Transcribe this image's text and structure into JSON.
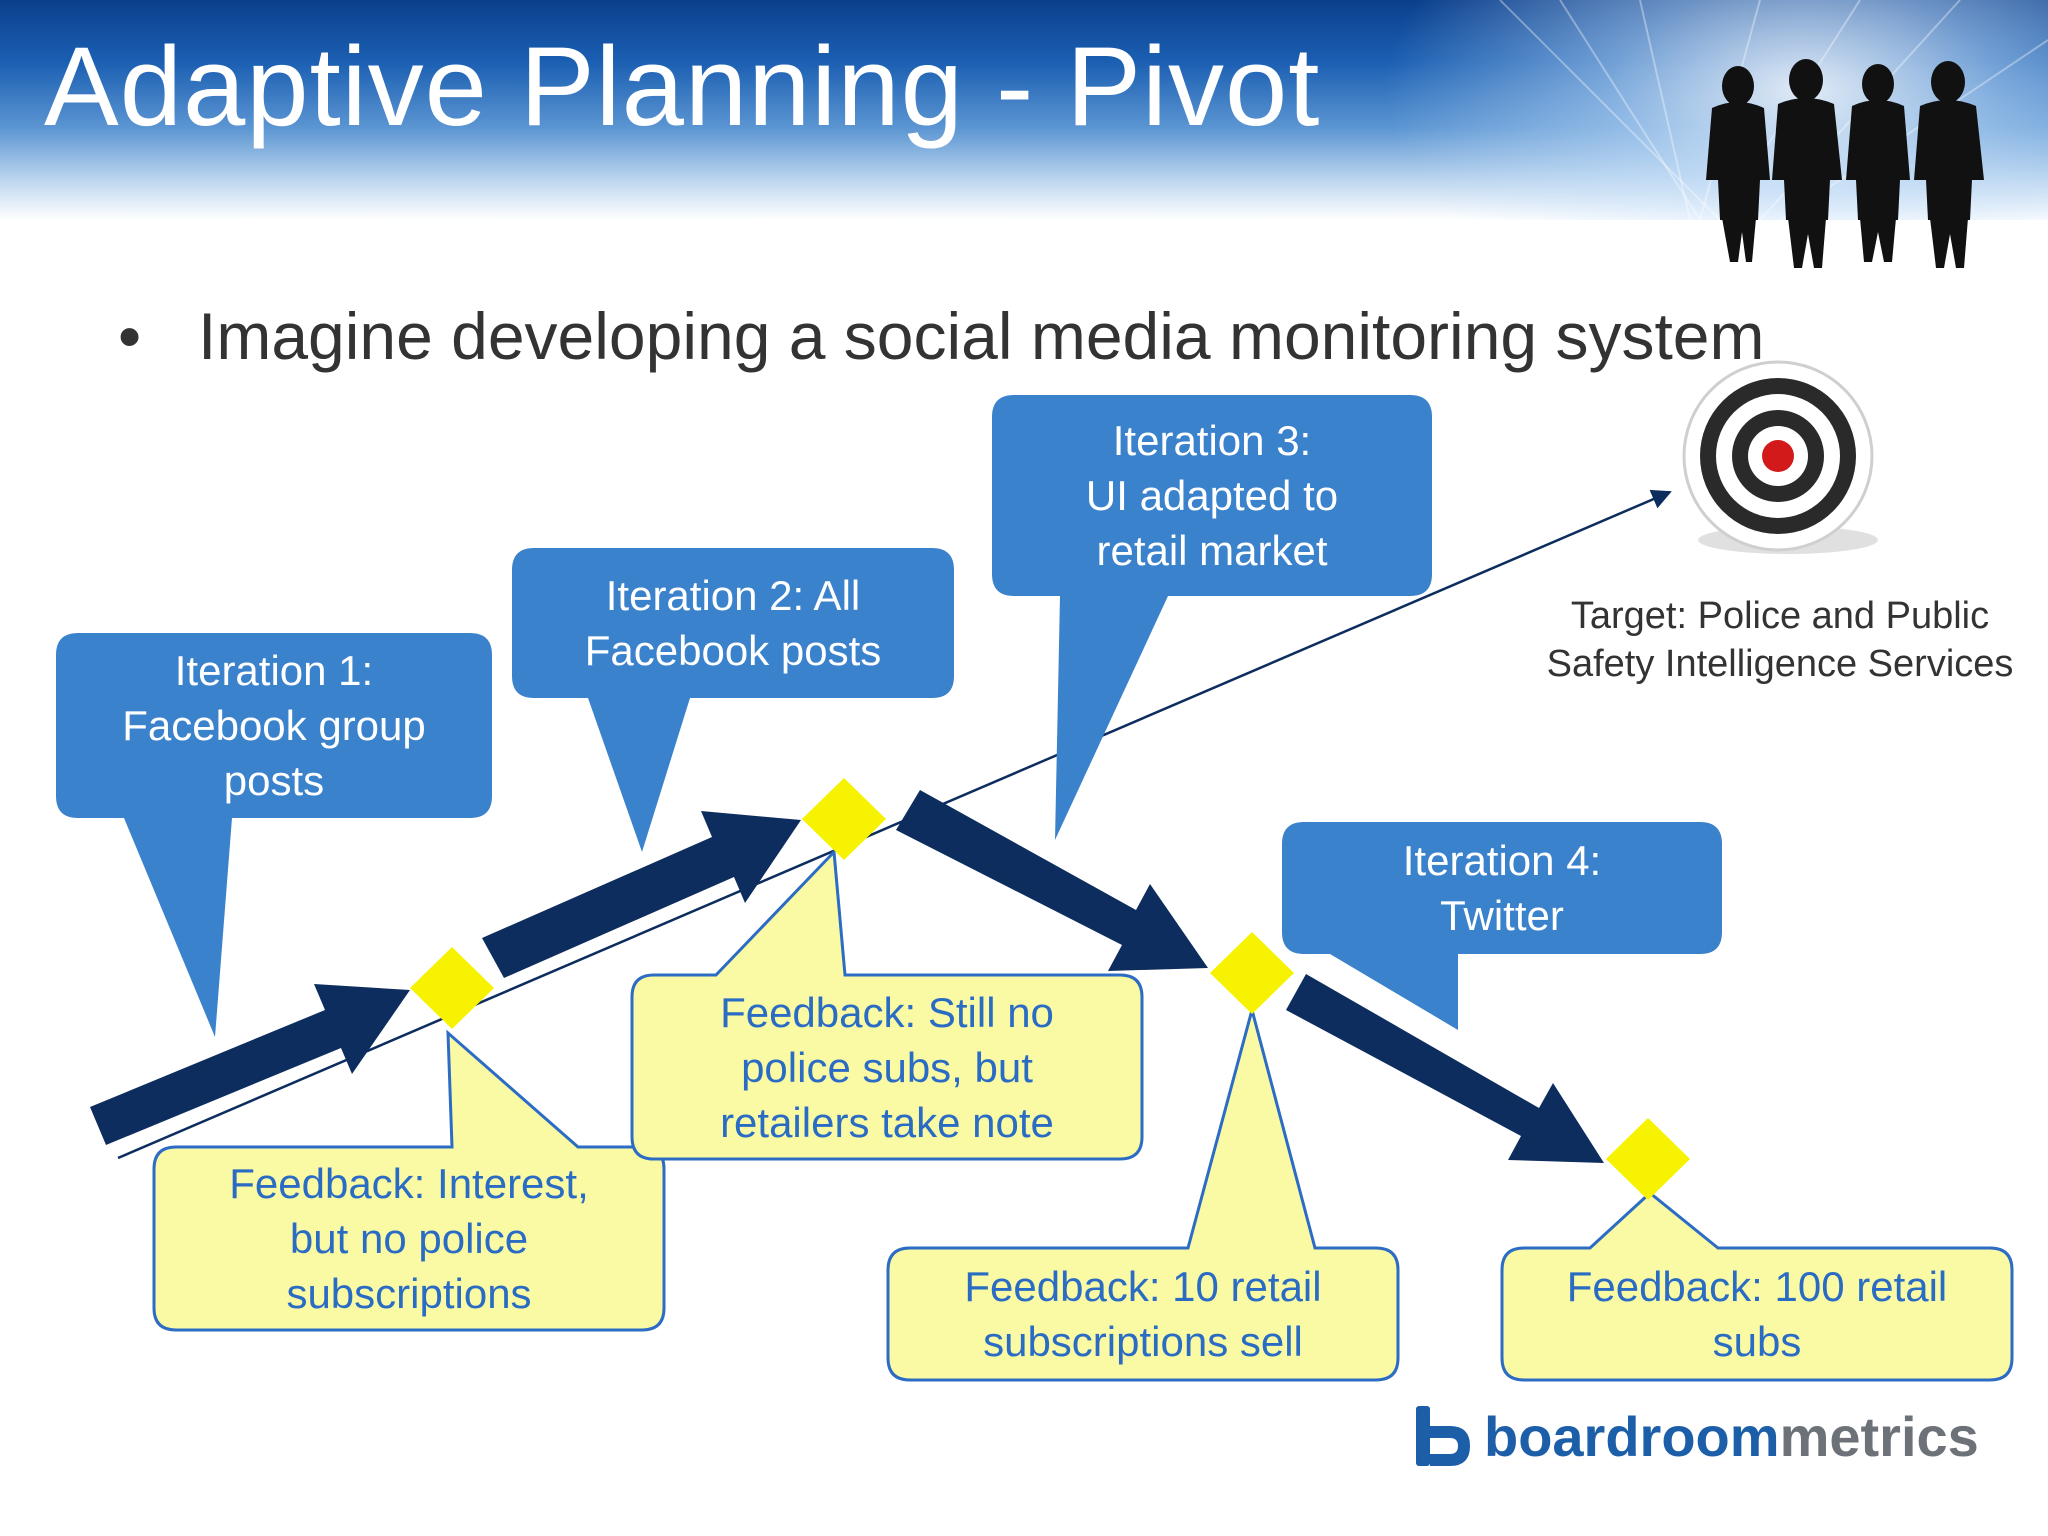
{
  "title": "Adaptive Planning - Pivot",
  "bullet": "Imagine developing a social media monitoring system",
  "target_label_line1": "Target: Police and Public",
  "target_label_line2": "Safety Intelligence Services",
  "iterations": [
    {
      "lines": [
        "Iteration 1:",
        "Facebook group",
        "posts"
      ]
    },
    {
      "lines": [
        "Iteration 2: All",
        "Facebook posts"
      ]
    },
    {
      "lines": [
        "Iteration 3:",
        "UI adapted to",
        "retail market"
      ]
    },
    {
      "lines": [
        "Iteration 4:",
        "Twitter"
      ]
    }
  ],
  "feedback": [
    {
      "lines": [
        "Feedback: Interest,",
        "but no police",
        "subscriptions"
      ]
    },
    {
      "lines": [
        "Feedback: Still no",
        "police subs, but",
        "retailers take note"
      ]
    },
    {
      "lines": [
        "Feedback: 10 retail",
        "subscriptions sell"
      ]
    },
    {
      "lines": [
        "Feedback: 100 retail",
        "subs"
      ]
    }
  ],
  "logo": {
    "word1": "boardroom",
    "word2": "metrics"
  },
  "colors": {
    "iteration_fill": "#3b82cc",
    "feedback_fill": "#fafaa4",
    "feedback_stroke": "#2c6cc4",
    "arrow": "#0d2d5e",
    "milestone": "#f6f200",
    "title": "#ffffff"
  }
}
